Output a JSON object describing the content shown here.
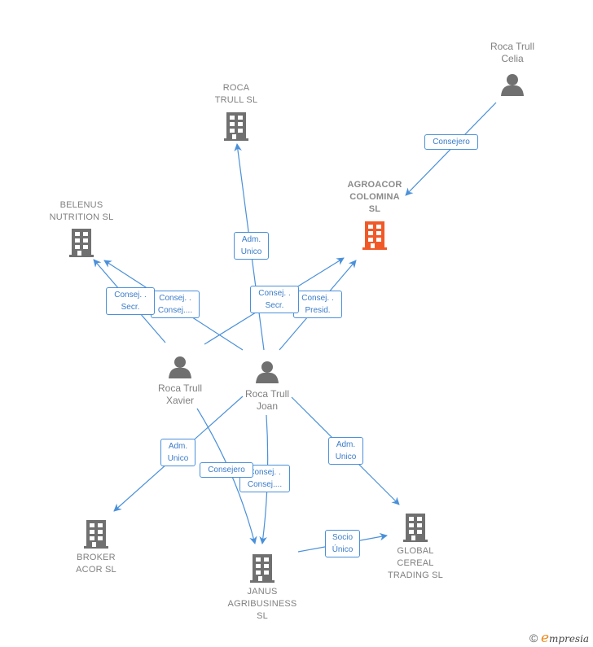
{
  "colors": {
    "edge": "#4a90d9",
    "node_icon": "#707070",
    "highlight_icon": "#f05a28",
    "label_text": "#808080"
  },
  "nodes": [
    {
      "id": "roca_trull_sl",
      "type": "company",
      "label": "ROCA\nTRULL SL",
      "highlight": false
    },
    {
      "id": "roca_trull_celia",
      "type": "person",
      "label": "Roca Trull\nCelia",
      "highlight": false
    },
    {
      "id": "agroacor_colomina",
      "type": "company",
      "label": "AGROACOR\nCOLOMINA\nSL",
      "highlight": true
    },
    {
      "id": "belenus_nutrition",
      "type": "company",
      "label": "BELENUS\nNUTRITION  SL",
      "highlight": false
    },
    {
      "id": "roca_trull_xavier",
      "type": "person",
      "label": "Roca Trull\nXavier",
      "highlight": false
    },
    {
      "id": "roca_trull_joan",
      "type": "person",
      "label": "Roca Trull\nJoan",
      "highlight": false
    },
    {
      "id": "broker_acor",
      "type": "company",
      "label": "BROKER\nACOR  SL",
      "highlight": false
    },
    {
      "id": "janus_agribusiness",
      "type": "company",
      "label": "JANUS\nAGRIBUSINESS\nSL",
      "highlight": false
    },
    {
      "id": "global_cereal",
      "type": "company",
      "label": "GLOBAL\nCEREAL\nTRADING SL",
      "highlight": false
    }
  ],
  "edges": [
    {
      "from": "roca_trull_celia",
      "to": "agroacor_colomina",
      "label": "Consejero"
    },
    {
      "from": "roca_trull_joan",
      "to": "roca_trull_sl",
      "label": "Adm.\nUnico"
    },
    {
      "from": "roca_trull_xavier",
      "to": "agroacor_colomina",
      "label": "Consej. .\nSecr."
    },
    {
      "from": "roca_trull_joan",
      "to": "agroacor_colomina",
      "label": "Consej. .\nPresid."
    },
    {
      "from": "roca_trull_xavier",
      "to": "belenus_nutrition",
      "label": "Consej. .\nSecr."
    },
    {
      "from": "roca_trull_joan",
      "to": "belenus_nutrition",
      "label": "Consej. .\nConsej...."
    },
    {
      "from": "roca_trull_joan",
      "to": "broker_acor",
      "label": "Adm.\nUnico"
    },
    {
      "from": "roca_trull_xavier",
      "to": "janus_agribusiness",
      "label": "Consejero"
    },
    {
      "from": "roca_trull_joan",
      "to": "janus_agribusiness",
      "label": "Consej. .\nConsej...."
    },
    {
      "from": "roca_trull_joan",
      "to": "global_cereal",
      "label": "Adm.\nUnico"
    },
    {
      "from": "janus_agribusiness",
      "to": "global_cereal",
      "label": "Socio\nÚnico"
    }
  ],
  "branding": {
    "copyright": "©",
    "brand_initial": "e",
    "brand_rest": "mpresia"
  }
}
